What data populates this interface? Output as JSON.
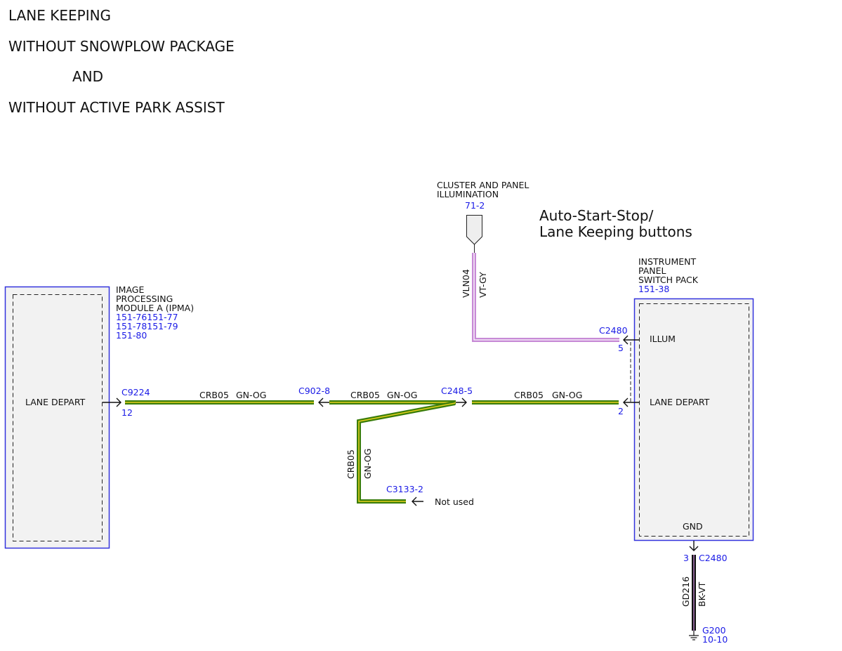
{
  "header": {
    "line1": "LANE KEEPING",
    "line2": "WITHOUT SNOWPLOW PACKAGE",
    "line3": "AND",
    "line4": "WITHOUT ACTIVE PARK ASSIST"
  },
  "colors": {
    "module_border": "#3333dd",
    "wire_green": "#3a7d0a",
    "wire_yellow": "#e8d21c",
    "wire_violet": "#c78ad6",
    "wire_black": "#111111",
    "ref_text": "#1a1ae6"
  },
  "ipma": {
    "name_line1": "IMAGE",
    "name_line2": "PROCESSING",
    "name_line3": "MODULE A (IPMA)",
    "ref1": "151-76151-77",
    "ref2": "151-78151-79",
    "ref3": "151-80",
    "pin_label": "LANE DEPART",
    "connector": "C9224",
    "pin": "12"
  },
  "switch_pack": {
    "name_line1": "INSTRUMENT",
    "name_line2": "PANEL",
    "name_line3": "SWITCH PACK",
    "ref": "151-38",
    "title_line1": "Auto-Start-Stop/",
    "title_line2": "Lane Keeping buttons",
    "illum_label": "ILLUM",
    "lane_depart_label": "LANE DEPART",
    "gnd_label": "GND",
    "illum_connector": "C2480",
    "illum_pin": "5",
    "lane_depart_pin": "2",
    "gnd_pin": "3",
    "gnd_connector": "C2480"
  },
  "illumination": {
    "name_line1": "CLUSTER AND PANEL",
    "name_line2": "ILLUMINATION",
    "ref": "71-2",
    "circuit": "VLN04",
    "color": "VT-GY"
  },
  "wires": {
    "seg1_circuit": "CRB05",
    "seg1_color": "GN-OG",
    "seg2_circuit": "CRB05",
    "seg2_color": "GN-OG",
    "seg3_circuit": "CRB05",
    "seg3_color": "GN-OG",
    "branch_circuit": "CRB05",
    "branch_color": "GN-OG",
    "ground_circuit": "GD216",
    "ground_color": "BK-VT"
  },
  "connectors": {
    "c902": "C902-8",
    "c248": "C248-5",
    "c3133": "C3133-2",
    "not_used": "Not used"
  },
  "ground": {
    "name": "G200",
    "ref": "10-10"
  }
}
